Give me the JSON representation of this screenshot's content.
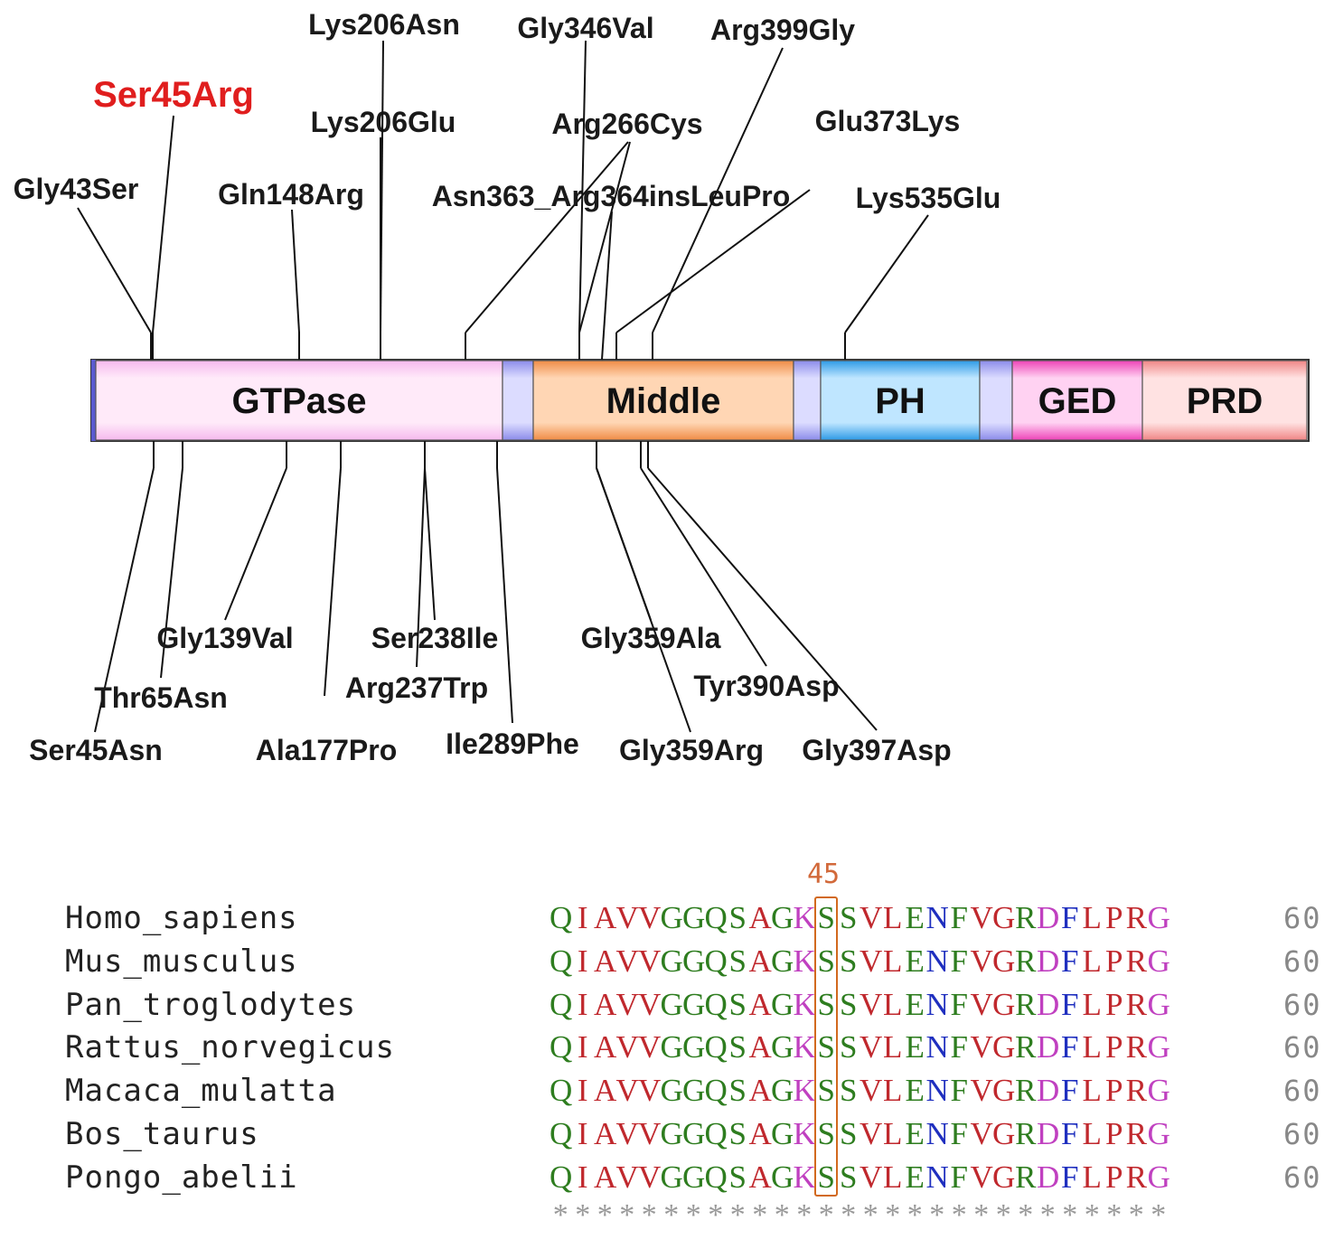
{
  "domains": [
    {
      "id": "gtpase",
      "label": "GTPase",
      "start": 106,
      "end": 556,
      "c1": "#ffeaf9",
      "c2": "#f5b9ee"
    },
    {
      "id": "link1",
      "label": "",
      "start": 556,
      "end": 590,
      "c1": "#dcdcff",
      "c2": "#8c8cea"
    },
    {
      "id": "middle",
      "label": "Middle",
      "start": 590,
      "end": 878,
      "c1": "#ffd6b4",
      "c2": "#f08c46"
    },
    {
      "id": "link2",
      "label": "",
      "start": 878,
      "end": 908,
      "c1": "#dcdcff",
      "c2": "#8c8cea"
    },
    {
      "id": "ph",
      "label": "PH",
      "start": 908,
      "end": 1084,
      "c1": "#bfe6ff",
      "c2": "#2e9ae6"
    },
    {
      "id": "link3",
      "label": "",
      "start": 1084,
      "end": 1120,
      "c1": "#dcdcff",
      "c2": "#8c8cea"
    },
    {
      "id": "ged",
      "label": "GED",
      "start": 1120,
      "end": 1264,
      "c1": "#ffd2f2",
      "c2": "#ee44b8"
    },
    {
      "id": "prd",
      "label": "PRD",
      "start": 1264,
      "end": 1446,
      "c1": "#ffe2e2",
      "c2": "#f08686"
    }
  ],
  "mutations_above": [
    {
      "label": "Gly43Ser",
      "highlight": false
    },
    {
      "label": "Ser45Arg",
      "highlight": true
    },
    {
      "label": "Gln148Arg",
      "highlight": false
    },
    {
      "label": "Lys206Glu",
      "highlight": false
    },
    {
      "label": "Lys206Asn",
      "highlight": false
    },
    {
      "label": "Asn363_Arg364insLeuPro",
      "highlight": false
    },
    {
      "label": "Arg266Cys",
      "highlight": false
    },
    {
      "label": "Gly346Val",
      "highlight": false
    },
    {
      "label": "Glu373Lys",
      "highlight": false
    },
    {
      "label": "Arg399Gly",
      "highlight": false
    },
    {
      "label": "Lys535Glu",
      "highlight": false
    }
  ],
  "mutations_below": [
    {
      "label": "Ser45Asn"
    },
    {
      "label": "Thr65Asn"
    },
    {
      "label": "Gly139Val"
    },
    {
      "label": "Ala177Pro"
    },
    {
      "label": "Arg237Trp"
    },
    {
      "label": "Ser238Ile"
    },
    {
      "label": "Ile289Phe"
    },
    {
      "label": "Gly359Arg"
    },
    {
      "label": "Gly359Ala"
    },
    {
      "label": "Tyr390Asp"
    },
    {
      "label": "Gly397Asp"
    }
  ],
  "alignment": {
    "position_label": "45",
    "highlight_index": 12,
    "sequence": "QIAVVGGQSAGKSSVLENFVGRDFLPRG",
    "colors": [
      "#2e7d1f",
      "#c0282d",
      "#c0282d",
      "#c0282d",
      "#c0282d",
      "#2e7d1f",
      "#2e7d1f",
      "#2e7d1f",
      "#2e7d1f",
      "#c0282d",
      "#2e7d1f",
      "#c040c0",
      "#2e7d1f",
      "#2e7d1f",
      "#c0282d",
      "#c0282d",
      "#2e7d1f",
      "#1f2fbf",
      "#2e7d1f",
      "#c0282d",
      "#c0282d",
      "#2e7d1f",
      "#c040c0",
      "#1f2fbf",
      "#c0282d",
      "#c0282d",
      "#c0282d",
      "#c040c0",
      "#2e7d1f"
    ],
    "species": [
      {
        "name": "Homo_sapiens",
        "end": "60"
      },
      {
        "name": "Mus_musculus",
        "end": "60"
      },
      {
        "name": "Pan_troglodytes",
        "end": "60"
      },
      {
        "name": "Rattus_norvegicus",
        "end": "60"
      },
      {
        "name": "Macaca_mulatta",
        "end": "60"
      },
      {
        "name": "Bos_taurus",
        "end": "60"
      },
      {
        "name": "Pongo_abelii",
        "end": "60"
      }
    ],
    "conservation": "****************************"
  }
}
